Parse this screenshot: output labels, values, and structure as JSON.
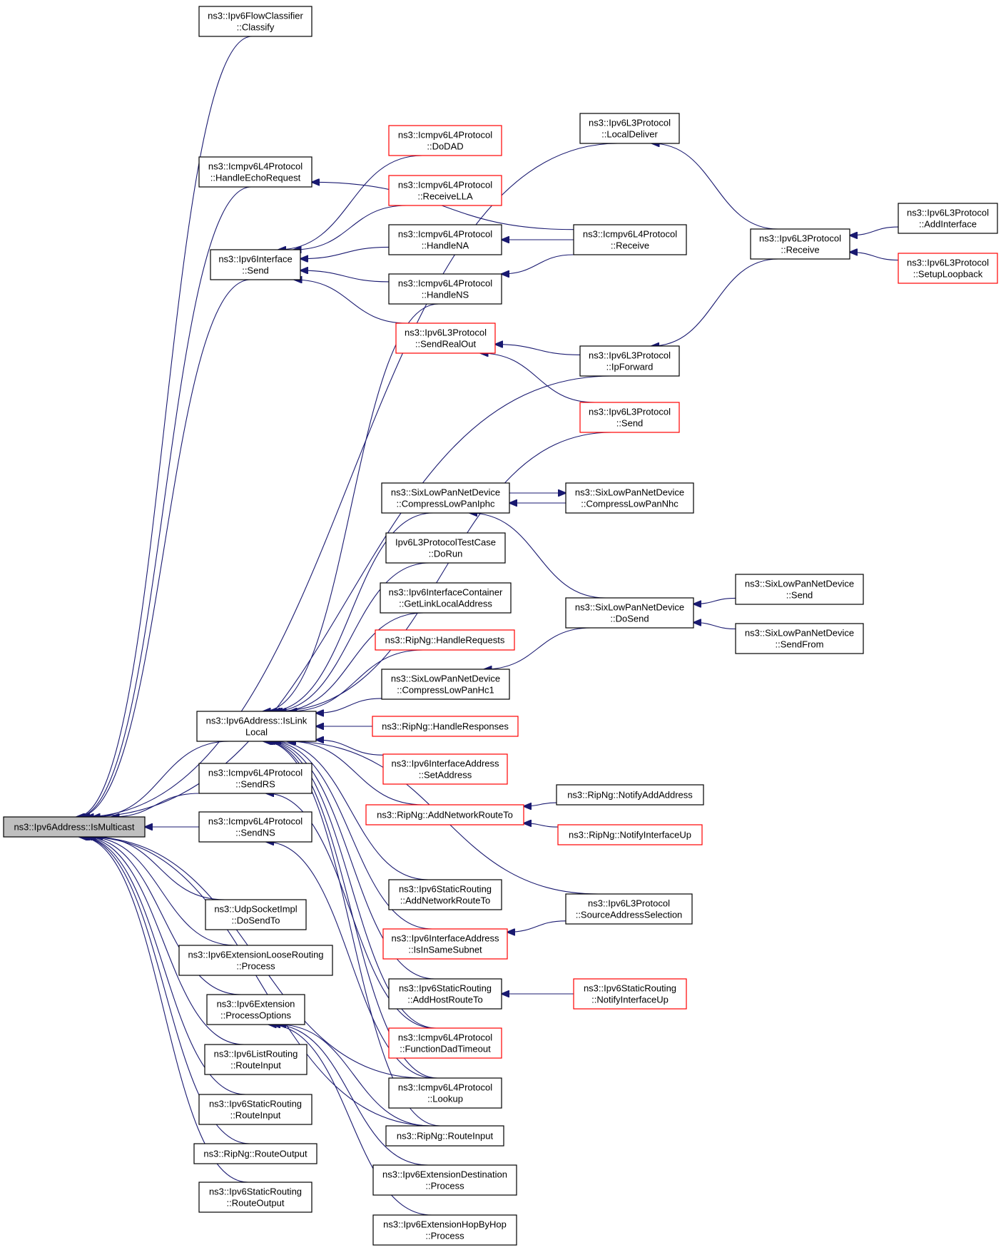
{
  "graph": {
    "nodes": [
      {
        "id": "root",
        "lines": [
          "ns3::Ipv6Address::IsMulticast"
        ],
        "red": false,
        "root": true
      },
      {
        "id": "flowcls",
        "lines": [
          "ns3::Ipv6FlowClassifier",
          "::Classify"
        ],
        "red": false
      },
      {
        "id": "localdeliver",
        "lines": [
          "ns3::Ipv6L3Protocol",
          "::LocalDeliver"
        ],
        "red": false
      },
      {
        "id": "echo",
        "lines": [
          "ns3::Icmpv6L4Protocol",
          "::HandleEchoRequest"
        ],
        "red": false
      },
      {
        "id": "dodad",
        "lines": [
          "ns3::Icmpv6L4Protocol",
          "::DoDAD"
        ],
        "red": true
      },
      {
        "id": "recvlla",
        "lines": [
          "ns3::Icmpv6L4Protocol",
          "::ReceiveLLA"
        ],
        "red": true
      },
      {
        "id": "ifsend",
        "lines": [
          "ns3::Ipv6Interface",
          "::Send"
        ],
        "red": false
      },
      {
        "id": "handlena",
        "lines": [
          "ns3::Icmpv6L4Protocol",
          "::HandleNA"
        ],
        "red": false
      },
      {
        "id": "icmprecv",
        "lines": [
          "ns3::Icmpv6L4Protocol",
          "::Receive"
        ],
        "red": false
      },
      {
        "id": "l3recv",
        "lines": [
          "ns3::Ipv6L3Protocol",
          "::Receive"
        ],
        "red": false
      },
      {
        "id": "addif",
        "lines": [
          "ns3::Ipv6L3Protocol",
          "::AddInterface"
        ],
        "red": false
      },
      {
        "id": "setuplo",
        "lines": [
          "ns3::Ipv6L3Protocol",
          "::SetupLoopback"
        ],
        "red": true
      },
      {
        "id": "handlens",
        "lines": [
          "ns3::Icmpv6L4Protocol",
          "::HandleNS"
        ],
        "red": false
      },
      {
        "id": "sendrealout",
        "lines": [
          "ns3::Ipv6L3Protocol",
          "::SendRealOut"
        ],
        "red": true
      },
      {
        "id": "ipfwd",
        "lines": [
          "ns3::Ipv6L3Protocol",
          "::IpForward"
        ],
        "red": false
      },
      {
        "id": "l3send",
        "lines": [
          "ns3::Ipv6L3Protocol",
          "::Send"
        ],
        "red": true
      },
      {
        "id": "compiphc",
        "lines": [
          "ns3::SixLowPanNetDevice",
          "::CompressLowPanIphc"
        ],
        "red": false
      },
      {
        "id": "compnhc",
        "lines": [
          "ns3::SixLowPanNetDevice",
          "::CompressLowPanNhc"
        ],
        "red": false
      },
      {
        "id": "testrun",
        "lines": [
          "Ipv6L3ProtocolTestCase",
          "::DoRun"
        ],
        "red": false
      },
      {
        "id": "getll",
        "lines": [
          "ns3::Ipv6InterfaceContainer",
          "::GetLinkLocalAddress"
        ],
        "red": false
      },
      {
        "id": "dosend",
        "lines": [
          "ns3::SixLowPanNetDevice",
          "::DoSend"
        ],
        "red": false
      },
      {
        "id": "slsend",
        "lines": [
          "ns3::SixLowPanNetDevice",
          "::Send"
        ],
        "red": false
      },
      {
        "id": "slsendfrom",
        "lines": [
          "ns3::SixLowPanNetDevice",
          "::SendFrom"
        ],
        "red": false
      },
      {
        "id": "handlereq",
        "lines": [
          "ns3::RipNg::HandleRequests"
        ],
        "red": true
      },
      {
        "id": "comphc1",
        "lines": [
          "ns3::SixLowPanNetDevice",
          "::CompressLowPanHc1"
        ],
        "red": false
      },
      {
        "id": "islinklocal",
        "lines": [
          "ns3::Ipv6Address::IsLink",
          "Local"
        ],
        "red": false
      },
      {
        "id": "handleresp",
        "lines": [
          "ns3::RipNg::HandleResponses"
        ],
        "red": true
      },
      {
        "id": "setaddr",
        "lines": [
          "ns3::Ipv6InterfaceAddress",
          "::SetAddress"
        ],
        "red": true
      },
      {
        "id": "sendrs",
        "lines": [
          "ns3::Icmpv6L4Protocol",
          "::SendRS"
        ],
        "red": false
      },
      {
        "id": "addnetroute",
        "lines": [
          "ns3::RipNg::AddNetworkRouteTo"
        ],
        "red": true
      },
      {
        "id": "notifyaddr",
        "lines": [
          "ns3::RipNg::NotifyAddAddress"
        ],
        "red": false
      },
      {
        "id": "notifyifup",
        "lines": [
          "ns3::RipNg::NotifyInterfaceUp"
        ],
        "red": true
      },
      {
        "id": "sendns",
        "lines": [
          "ns3::Icmpv6L4Protocol",
          "::SendNS"
        ],
        "red": false
      },
      {
        "id": "srnetroute",
        "lines": [
          "ns3::Ipv6StaticRouting",
          "::AddNetworkRouteTo"
        ],
        "red": false
      },
      {
        "id": "srcaddrsel",
        "lines": [
          "ns3::Ipv6L3Protocol",
          "::SourceAddressSelection"
        ],
        "red": false
      },
      {
        "id": "udpdosend",
        "lines": [
          "ns3::UdpSocketImpl",
          "::DoSendTo"
        ],
        "red": false
      },
      {
        "id": "sameSubnet",
        "lines": [
          "ns3::Ipv6InterfaceAddress",
          "::IsInSameSubnet"
        ],
        "red": true
      },
      {
        "id": "looseproc",
        "lines": [
          "ns3::Ipv6ExtensionLooseRouting",
          "::Process"
        ],
        "red": false
      },
      {
        "id": "addhost",
        "lines": [
          "ns3::Ipv6StaticRouting",
          "::AddHostRouteTo"
        ],
        "red": false
      },
      {
        "id": "srifup",
        "lines": [
          "ns3::Ipv6StaticRouting",
          "::NotifyInterfaceUp"
        ],
        "red": true
      },
      {
        "id": "procopts",
        "lines": [
          "ns3::Ipv6Extension",
          "::ProcessOptions"
        ],
        "red": false
      },
      {
        "id": "dadtimeout",
        "lines": [
          "ns3::Icmpv6L4Protocol",
          "::FunctionDadTimeout"
        ],
        "red": true
      },
      {
        "id": "listroute",
        "lines": [
          "ns3::Ipv6ListRouting",
          "::RouteInput"
        ],
        "red": false
      },
      {
        "id": "lookup",
        "lines": [
          "ns3::Icmpv6L4Protocol",
          "::Lookup"
        ],
        "red": false
      },
      {
        "id": "srrouteinput",
        "lines": [
          "ns3::Ipv6StaticRouting",
          "::RouteInput"
        ],
        "red": false
      },
      {
        "id": "riprouteinput",
        "lines": [
          "ns3::RipNg::RouteInput"
        ],
        "red": false
      },
      {
        "id": "riprouteout",
        "lines": [
          "ns3::RipNg::RouteOutput"
        ],
        "red": false
      },
      {
        "id": "destproc",
        "lines": [
          "ns3::Ipv6ExtensionDestination",
          "::Process"
        ],
        "red": false
      },
      {
        "id": "srrouteout",
        "lines": [
          "ns3::Ipv6StaticRouting",
          "::RouteOutput"
        ],
        "red": false
      },
      {
        "id": "hopproc",
        "lines": [
          "ns3::Ipv6ExtensionHopByHop",
          "::Process"
        ],
        "red": false
      }
    ]
  }
}
